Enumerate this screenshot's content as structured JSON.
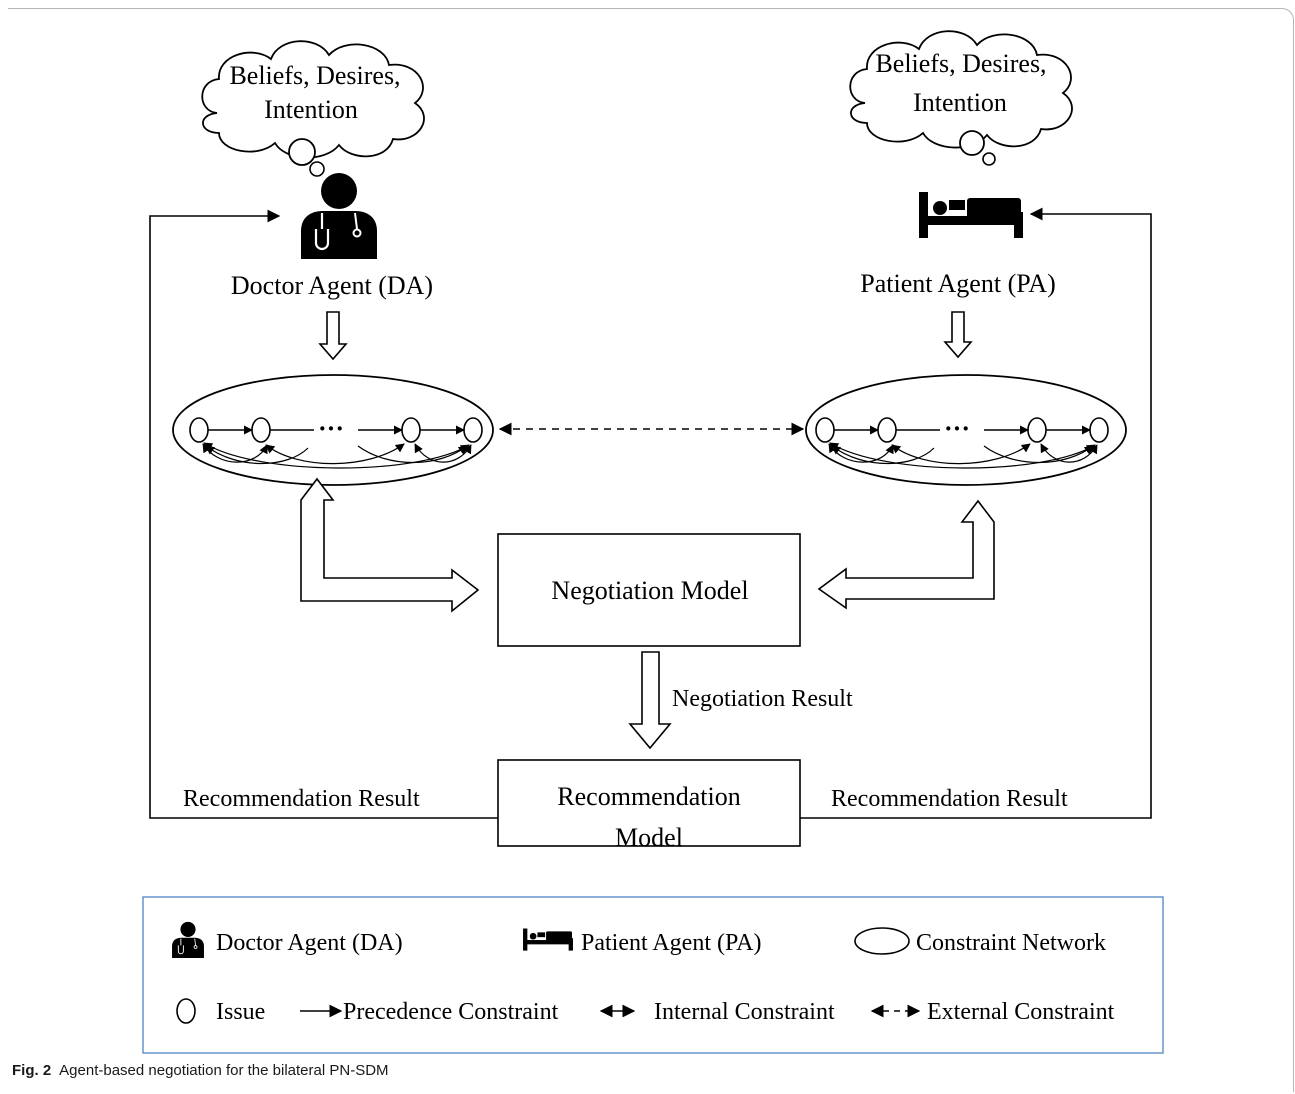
{
  "figure": {
    "caption_label": "Fig. 2",
    "caption_text": "Agent-based negotiation for the bilateral PN-SDM"
  },
  "doctor": {
    "thought_line1": "Beliefs, Desires,",
    "thought_line2": "Intention",
    "label": "Doctor Agent (DA)",
    "icon": "doctor-icon"
  },
  "patient": {
    "thought_line1": "Beliefs, Desires,",
    "thought_line2": "Intention",
    "label": "Patient Agent (PA)",
    "icon": "bed-icon"
  },
  "network": {
    "ellipsis": "···"
  },
  "negotiation_model": {
    "label": "Negotiation Model"
  },
  "negotiation_result": {
    "label": "Negotiation Result"
  },
  "recommendation_model": {
    "line1": "Recommendation",
    "line2": "Model"
  },
  "recommendation_result_left": "Recommendation Result",
  "recommendation_result_right": "Recommendation Result",
  "legend": {
    "doctor": "Doctor Agent (DA)",
    "patient": "Patient Agent (PA)",
    "constraint_network": "Constraint Network",
    "issue": "Issue",
    "precedence": "Precedence Constraint",
    "internal": "Internal Constraint",
    "external": "External Constraint",
    "border_color": "#5b8bc9"
  },
  "colors": {
    "ink": "#000000",
    "frame": "#b5b5b5"
  }
}
